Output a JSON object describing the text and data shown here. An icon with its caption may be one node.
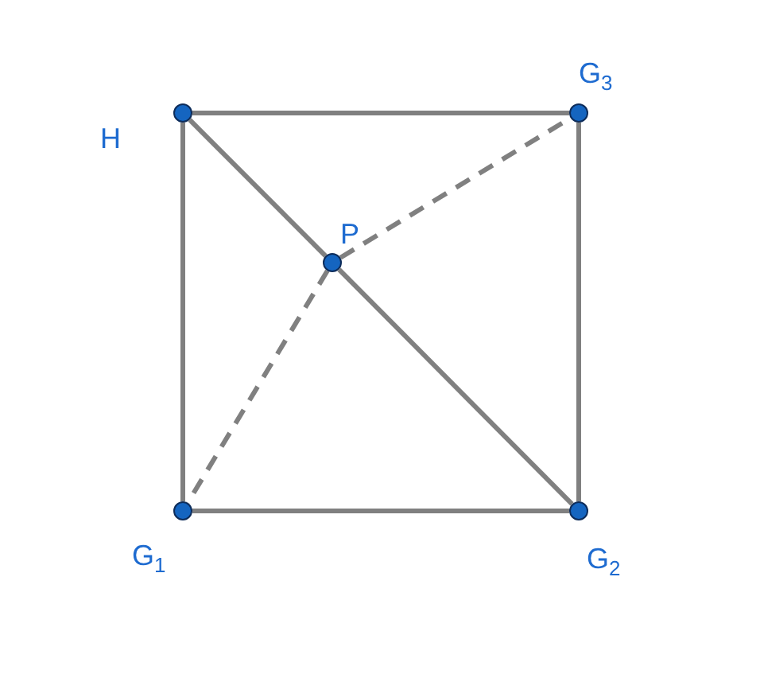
{
  "diagram": {
    "nodes": [
      {
        "text": [],
        "shape": "circle",
        "beside": [
          "H"
        ]
      },
      {
        "text": [],
        "shape": "circle",
        "beside": [
          "G$_{3}$"
        ]
      },
      {
        "text": [],
        "shape": "circle",
        "beside": [
          "P"
        ]
      },
      {
        "text": [],
        "shape": "circle",
        "beside": [
          "G$_{1}$"
        ]
      },
      {
        "text": [],
        "shape": "circle",
        "beside": [
          "G$_{2}$"
        ]
      }
    ],
    "edges": [
      {
        "from": 0,
        "to": 1,
        "arrow": "none"
      },
      {
        "from": 1,
        "to": 4,
        "arrow": "none"
      },
      {
        "from": 3,
        "to": 4,
        "arrow": "none"
      },
      {
        "from": 0,
        "to": 3,
        "arrow": "none"
      },
      {
        "from": 0,
        "to": 2,
        "arrow": "none"
      },
      {
        "from": 2,
        "to": 4,
        "arrow": "none"
      },
      {
        "from": 2,
        "to": 1,
        "arrow": "none",
        "style": "dashed"
      },
      {
        "from": 2,
        "to": 3,
        "arrow": "none",
        "style": "dashed"
      }
    ]
  }
}
